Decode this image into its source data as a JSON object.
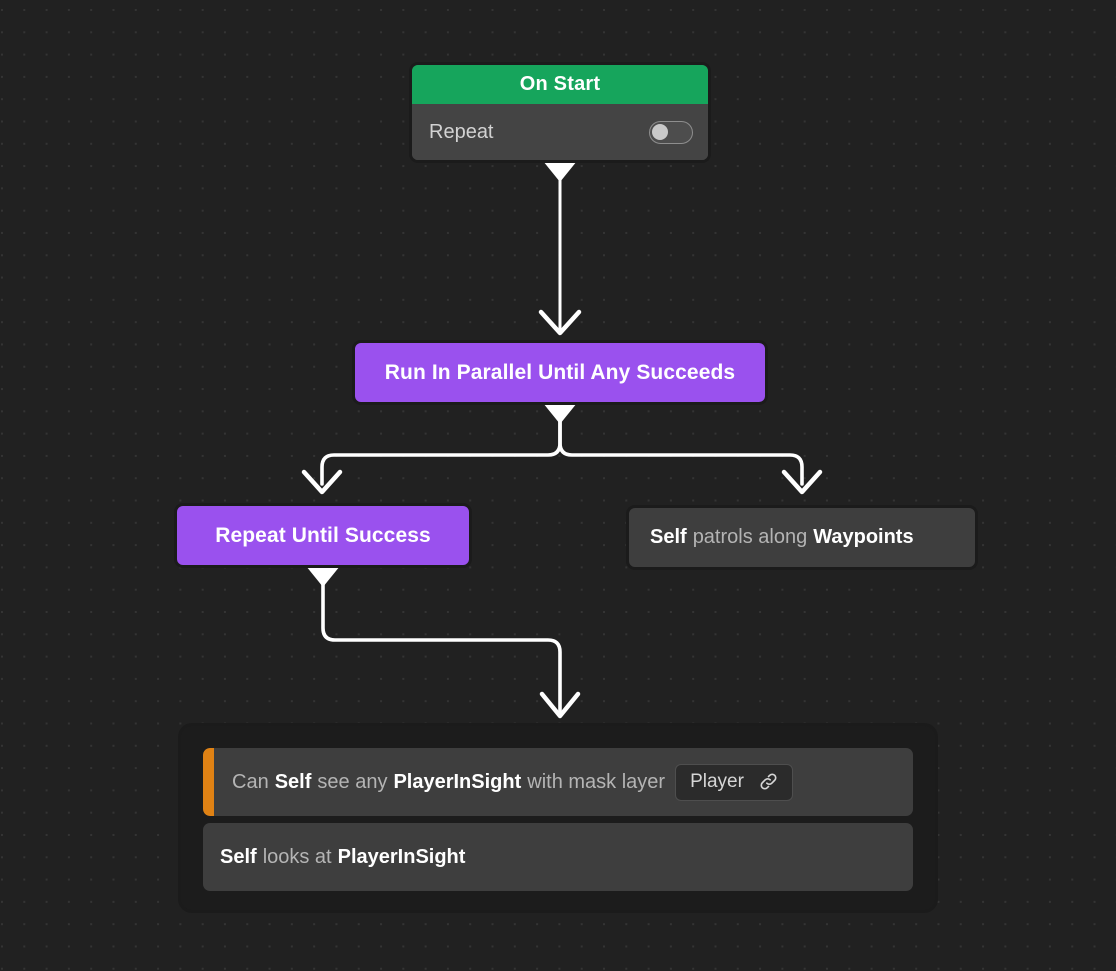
{
  "graph": {
    "nodes": {
      "on_start": {
        "title": "On Start",
        "property_label": "Repeat",
        "toggle_state": "off",
        "header_color": "#16A55C",
        "body_color": "#444444"
      },
      "run_in_parallel": {
        "title": "Run In Parallel Until Any Succeeds",
        "color": "#9A51EE"
      },
      "repeat_until_success": {
        "title": "Repeat Until Success",
        "color": "#9A51EE"
      },
      "patrol": {
        "parts": [
          {
            "text": "Self",
            "emphasis": "strong"
          },
          {
            "text": "patrols along",
            "emphasis": "dim"
          },
          {
            "text": "Waypoints",
            "emphasis": "strong"
          }
        ],
        "color": "#3E3E3E"
      },
      "sequence_container": {
        "color": "#1C1C1C",
        "children": [
          {
            "accent_color": "#E08214",
            "has_accent": true,
            "parts": [
              {
                "text": "Can",
                "emphasis": "dim"
              },
              {
                "text": "Self",
                "emphasis": "strong"
              },
              {
                "text": "see any",
                "emphasis": "dim"
              },
              {
                "text": "PlayerInSight",
                "emphasis": "strong"
              },
              {
                "text": "with mask layer",
                "emphasis": "dim"
              }
            ],
            "dropdown": {
              "value": "Player",
              "icon": "link-icon"
            }
          },
          {
            "has_accent": false,
            "parts": [
              {
                "text": "Self",
                "emphasis": "strong"
              },
              {
                "text": "looks at",
                "emphasis": "dim"
              },
              {
                "text": "PlayerInSight",
                "emphasis": "strong"
              }
            ]
          }
        ]
      }
    },
    "connection_color": "#FFFFFF",
    "background_color": "#212121",
    "grid_dot_color": "#343434"
  }
}
